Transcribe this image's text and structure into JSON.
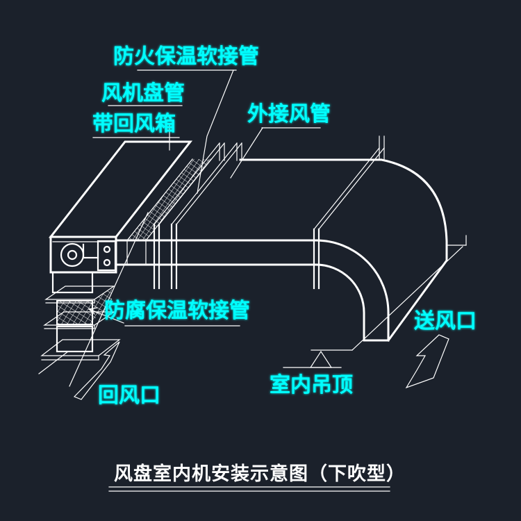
{
  "drawing": {
    "kind": "hvac-fan-coil-installation-cad-diagram",
    "background_color": "#1b212b",
    "line_color": "#ffffff",
    "label_color": "#00ffff",
    "title_color": "#ffffff"
  },
  "labels": {
    "fireproof_flex_connector": "防火保温软接管",
    "fan_coil_line1": "风机盘管",
    "fan_coil_line2": "带回风箱",
    "external_duct": "外接风管",
    "anticorrosion_flex_connector": "防腐保温软接管",
    "return_air_inlet": "回风口",
    "supply_air_outlet": "送风口",
    "indoor_ceiling": "室内吊顶"
  },
  "title": {
    "text": "风盘室内机安装示意图（下吹型）"
  }
}
